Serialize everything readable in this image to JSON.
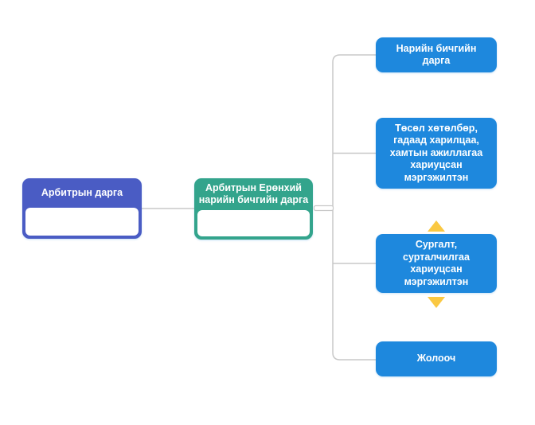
{
  "diagram": {
    "type": "org-chart",
    "background_color": "#ffffff",
    "connector_color": "#c8c8c8",
    "arrow_color": "#fac842",
    "root": {
      "label": "Арбитрын дарга",
      "color": "#4a5cc4"
    },
    "secondary": {
      "label": "Арбитрын Ерөнхий\nнарийн бичгийн дарга",
      "color": "#33a48c"
    },
    "children_color": "#1e88dd",
    "children": [
      {
        "label": "Нарийн бичгийн\nдарга"
      },
      {
        "label": "Төсөл хөтөлбөр,\nгадаад харилцаа,\nхамтын ажиллагаа\nхариуцсан\nмэргэжилтэн"
      },
      {
        "label": "Сургалт,\nсурталчилгаа\nхариуцсан\nмэргэжилтэн"
      },
      {
        "label": "Жолооч"
      }
    ],
    "arrows": [
      {
        "direction": "up"
      },
      {
        "direction": "down"
      }
    ]
  }
}
